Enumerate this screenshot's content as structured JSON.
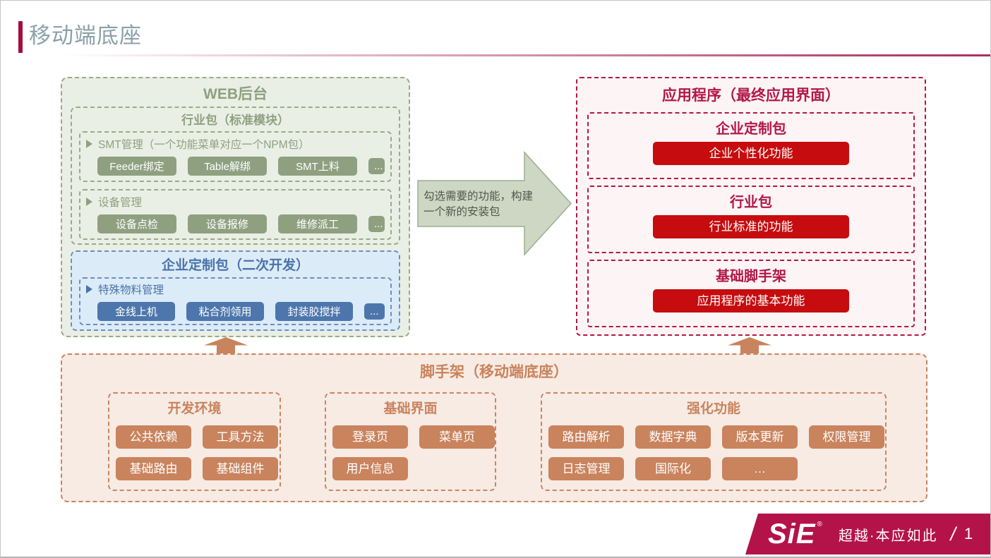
{
  "page": {
    "title": "移动端底座"
  },
  "web_backend": {
    "title": "WEB后台",
    "industry_pack": {
      "title": "行业包（标准模块）",
      "groups": [
        {
          "label": "SMT管理（一个功能菜单对应一个NPM包）",
          "buttons": [
            "Feeder绑定",
            "Table解绑",
            "SMT上料",
            "..."
          ]
        },
        {
          "label": "设备管理",
          "buttons": [
            "设备点检",
            "设备报修",
            "维修派工",
            "..."
          ]
        }
      ]
    },
    "custom_pack": {
      "title": "企业定制包（二次开发）",
      "groups": [
        {
          "label": "特殊物料管理",
          "buttons": [
            "金线上机",
            "粘合剂领用",
            "封装胶搅拌",
            "..."
          ]
        }
      ]
    }
  },
  "build_arrow": {
    "text": "勾选需要的功能，构建一个新的安装包"
  },
  "application": {
    "title": "应用程序（最终应用界面）",
    "sections": [
      {
        "title": "企业定制包",
        "button": "企业个性化功能"
      },
      {
        "title": "行业包",
        "button": "行业标准的功能"
      },
      {
        "title": "基础脚手架",
        "button": "应用程序的基本功能"
      }
    ]
  },
  "scaffold": {
    "title": "脚手架（移动端底座）",
    "sections": [
      {
        "title": "开发环境",
        "buttons": [
          "公共依赖",
          "工具方法",
          "基础路由",
          "基础组件"
        ]
      },
      {
        "title": "基础界面",
        "buttons": [
          "登录页",
          "菜单页",
          "用户信息"
        ]
      },
      {
        "title": "强化功能",
        "buttons": [
          "路由解析",
          "数据字典",
          "版本更新",
          "权限管理",
          "日志管理",
          "国际化",
          "…"
        ]
      }
    ]
  },
  "footer": {
    "logo": "SiE",
    "registered": "®",
    "slogan": "超越·本应如此",
    "separator": "/",
    "page_number": "1"
  },
  "icons": {
    "bullet": "play-triangle",
    "flow_arrow": "block-arrow-right",
    "feed_arrow": "block-arrow-up"
  },
  "colors": {
    "title_text": "#8ba1aa",
    "title_accent": "#a30e3d",
    "green": "#8fa081",
    "green_bg": "#eaefe5",
    "blue": "#4d76ac",
    "blue_bg": "#dcebf8",
    "crimson": "#b21848",
    "crimson_bg": "#fdf4f6",
    "red_button": "#c60c0e",
    "tan": "#c9835d",
    "tan_bg": "#f7ebe4",
    "banner": "#b41349"
  }
}
